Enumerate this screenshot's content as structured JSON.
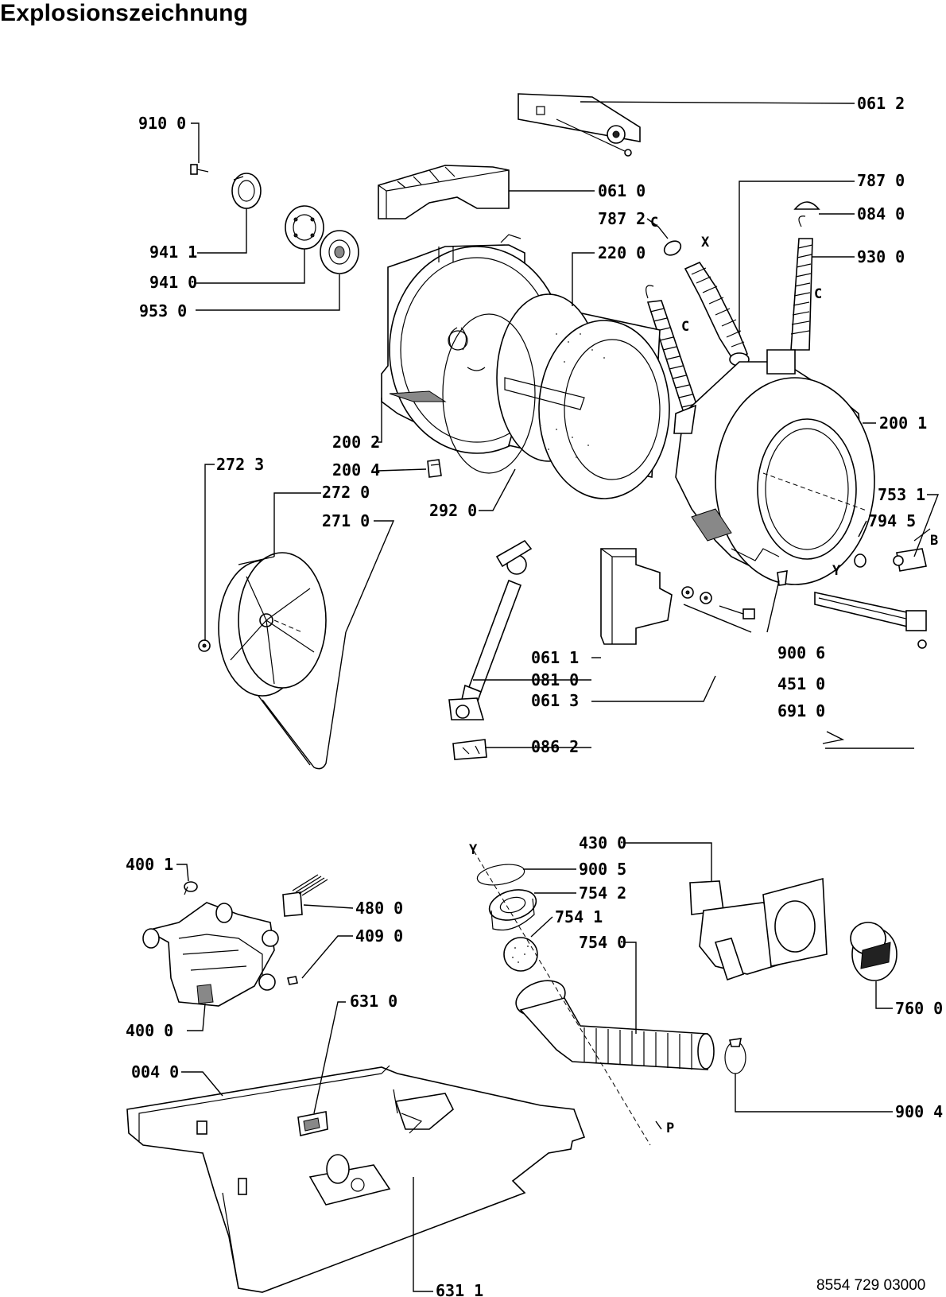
{
  "title": "Explosionszeichnung",
  "document_number": "8554 729 03000",
  "part_labels": [
    "910 0",
    "941 1",
    "941 0",
    "953 0",
    "061 2",
    "061 0",
    "787 2",
    "787 0",
    "084 0",
    "220 0",
    "930 0",
    "200 2",
    "200 4",
    "200 1",
    "272 3",
    "272 0",
    "271 0",
    "292 0",
    "753 1",
    "794 5",
    "061 1",
    "061 3",
    "900 6",
    "451 0",
    "691 0",
    "081 0",
    "086 2",
    "400 1",
    "480 0",
    "409 0",
    "400 0",
    "631 0",
    "004 0",
    "631 1",
    "430 0",
    "900 5",
    "754 2",
    "754 1",
    "754 0",
    "760 0",
    "900 4"
  ],
  "reference_letters": [
    "X",
    "C",
    "C",
    "C",
    "B",
    "Y",
    "Y",
    "P"
  ]
}
